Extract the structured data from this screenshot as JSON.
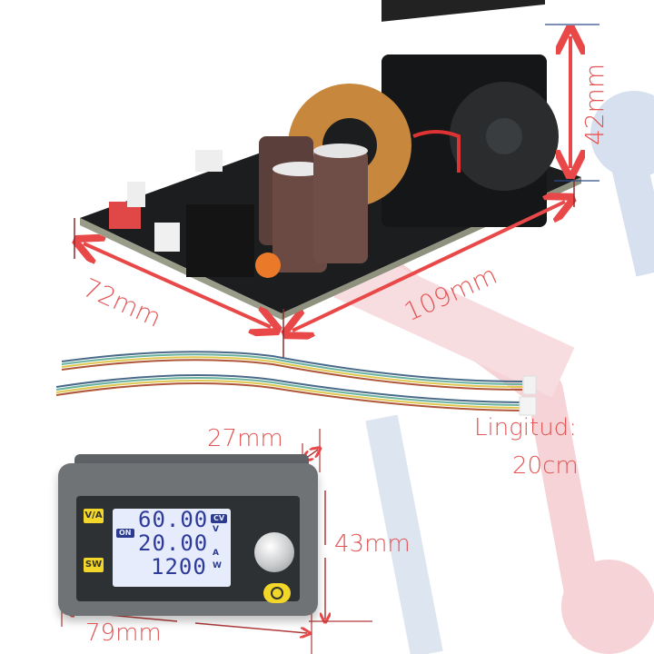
{
  "dimensions": {
    "board_width": "72mm",
    "board_length": "109mm",
    "board_height": "42mm",
    "cable_length_label": "Lingitud:",
    "cable_length_value": "20cm",
    "display_depth": "27mm",
    "display_height": "43mm",
    "display_width": "79mm"
  },
  "display": {
    "buttons": {
      "va": "V/A",
      "sw": "SW"
    },
    "status_on": "ON",
    "mode": "CV",
    "voltage": "60.00",
    "voltage_unit": "V",
    "current": "20.00",
    "current_unit": "A",
    "power": "1200",
    "power_unit": "W"
  },
  "colors": {
    "annotation": "#e25555",
    "lcd_background": "#e6ecfb",
    "lcd_digits": "#2d3a9a",
    "button_yellow": "#f2d629",
    "bg_deco_blue": "#d7e0ee",
    "bg_deco_red": "#f6d3d7"
  }
}
